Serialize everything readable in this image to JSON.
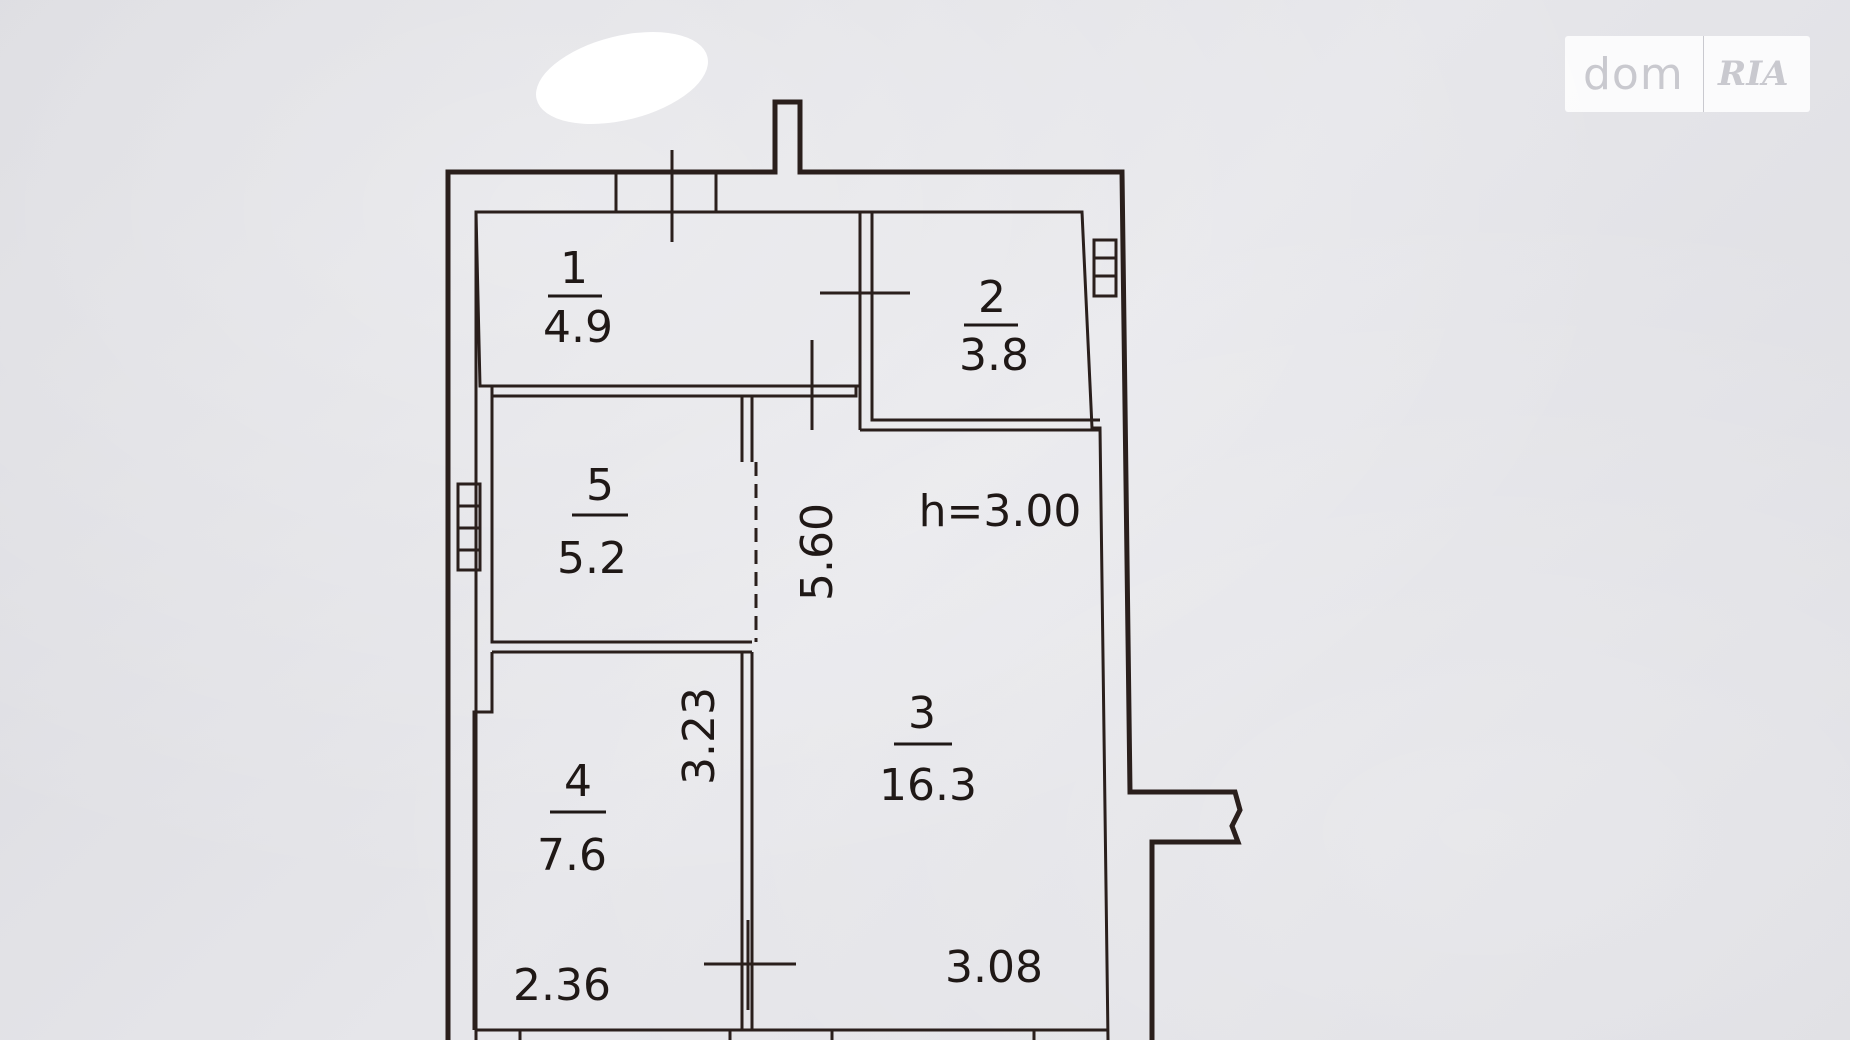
{
  "watermark": {
    "brand_left": "dom",
    "brand_right": "RIA"
  },
  "rooms": [
    {
      "number": "1",
      "area": "4.9"
    },
    {
      "number": "2",
      "area": "3.8"
    },
    {
      "number": "3",
      "area": "16.3"
    },
    {
      "number": "4",
      "area": "7.6"
    },
    {
      "number": "5",
      "area": "5.2"
    }
  ],
  "ceiling_height": "h=3.00",
  "dimensions": {
    "corridor_length": "5.60",
    "room4_length": "3.23",
    "room4_width": "2.36",
    "room3_width": "3.08"
  },
  "colors": {
    "ink": "#2a1f1c",
    "paper": "#dedee2"
  }
}
